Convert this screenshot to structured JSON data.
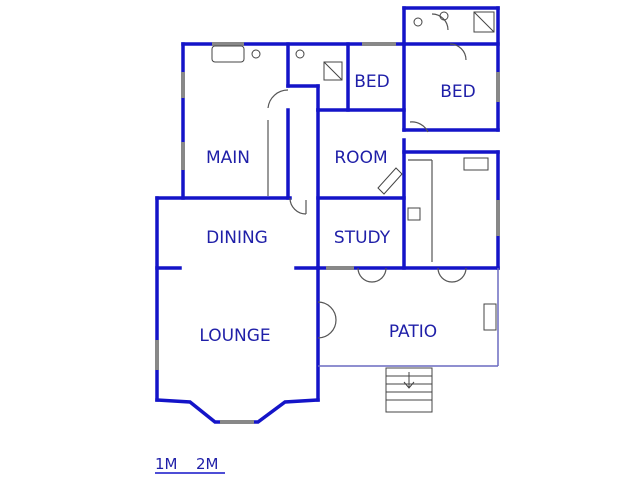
{
  "plan": {
    "wall_color": "#1414c8",
    "fixture_color": "#444444",
    "window_color": "#888888",
    "rooms": [
      {
        "id": "bed-1",
        "label": "BED"
      },
      {
        "id": "bed-2",
        "label": "BED"
      },
      {
        "id": "main",
        "label": "MAIN"
      },
      {
        "id": "room",
        "label": "ROOM"
      },
      {
        "id": "dining",
        "label": "DINING"
      },
      {
        "id": "study",
        "label": "STUDY"
      },
      {
        "id": "lounge",
        "label": "LOUNGE"
      },
      {
        "id": "patio",
        "label": "PATIO"
      }
    ],
    "scale": {
      "label_1": "1M",
      "label_2": "2M"
    }
  }
}
